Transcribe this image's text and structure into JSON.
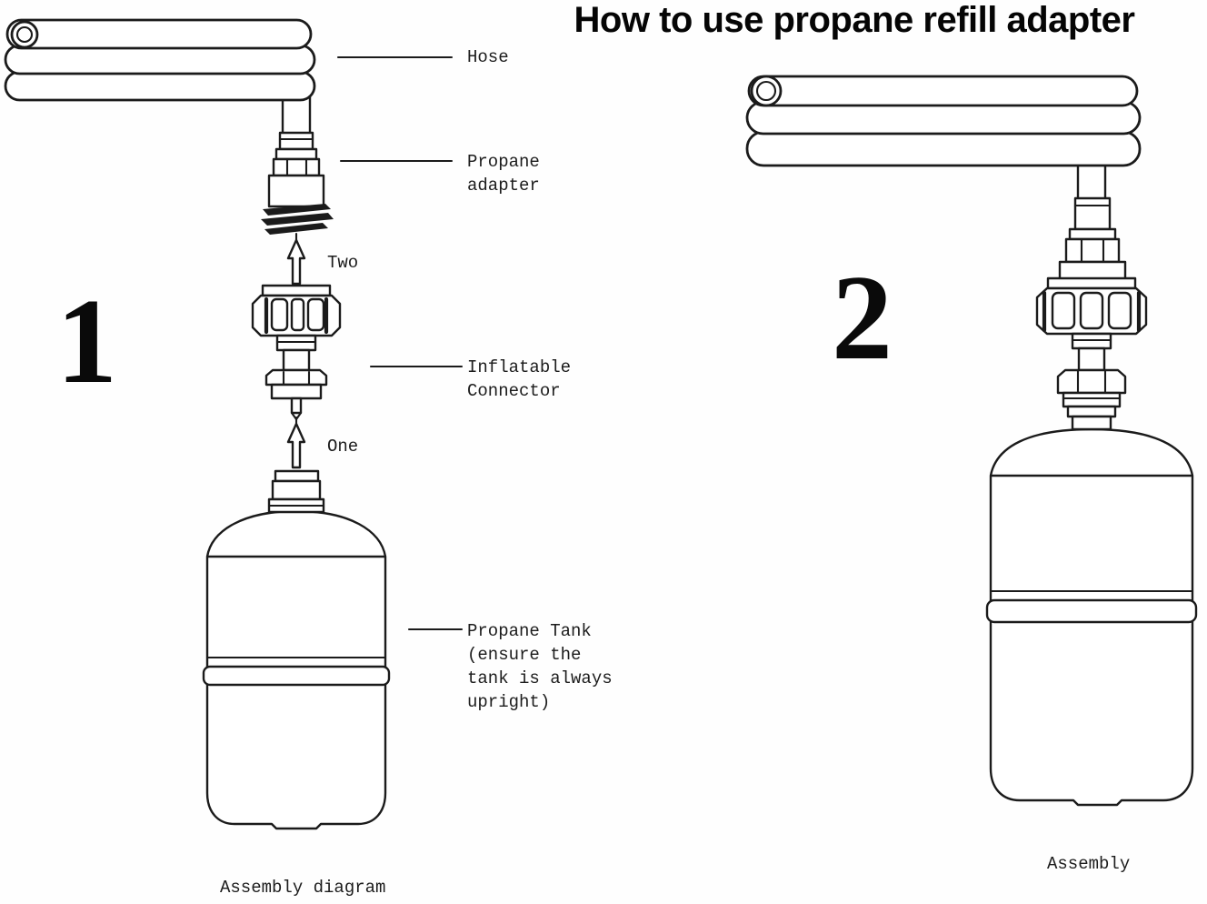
{
  "title": "How to use propane refill adapter",
  "panel1": {
    "number": "1",
    "caption": "Assembly diagram",
    "step_two": "Two",
    "step_one": "One",
    "labels": {
      "hose": "Hose",
      "propane_adapter": "Propane\nadapter",
      "inflatable_connector": "Inflatable\nConnector",
      "propane_tank": "Propane Tank\n(ensure the\ntank is always\nupright)"
    }
  },
  "panel2": {
    "number": "2",
    "caption": "Assembly"
  },
  "colors": {
    "line": "#1b1b1b",
    "background": "#fefefe",
    "text": "#1c1c1c"
  }
}
